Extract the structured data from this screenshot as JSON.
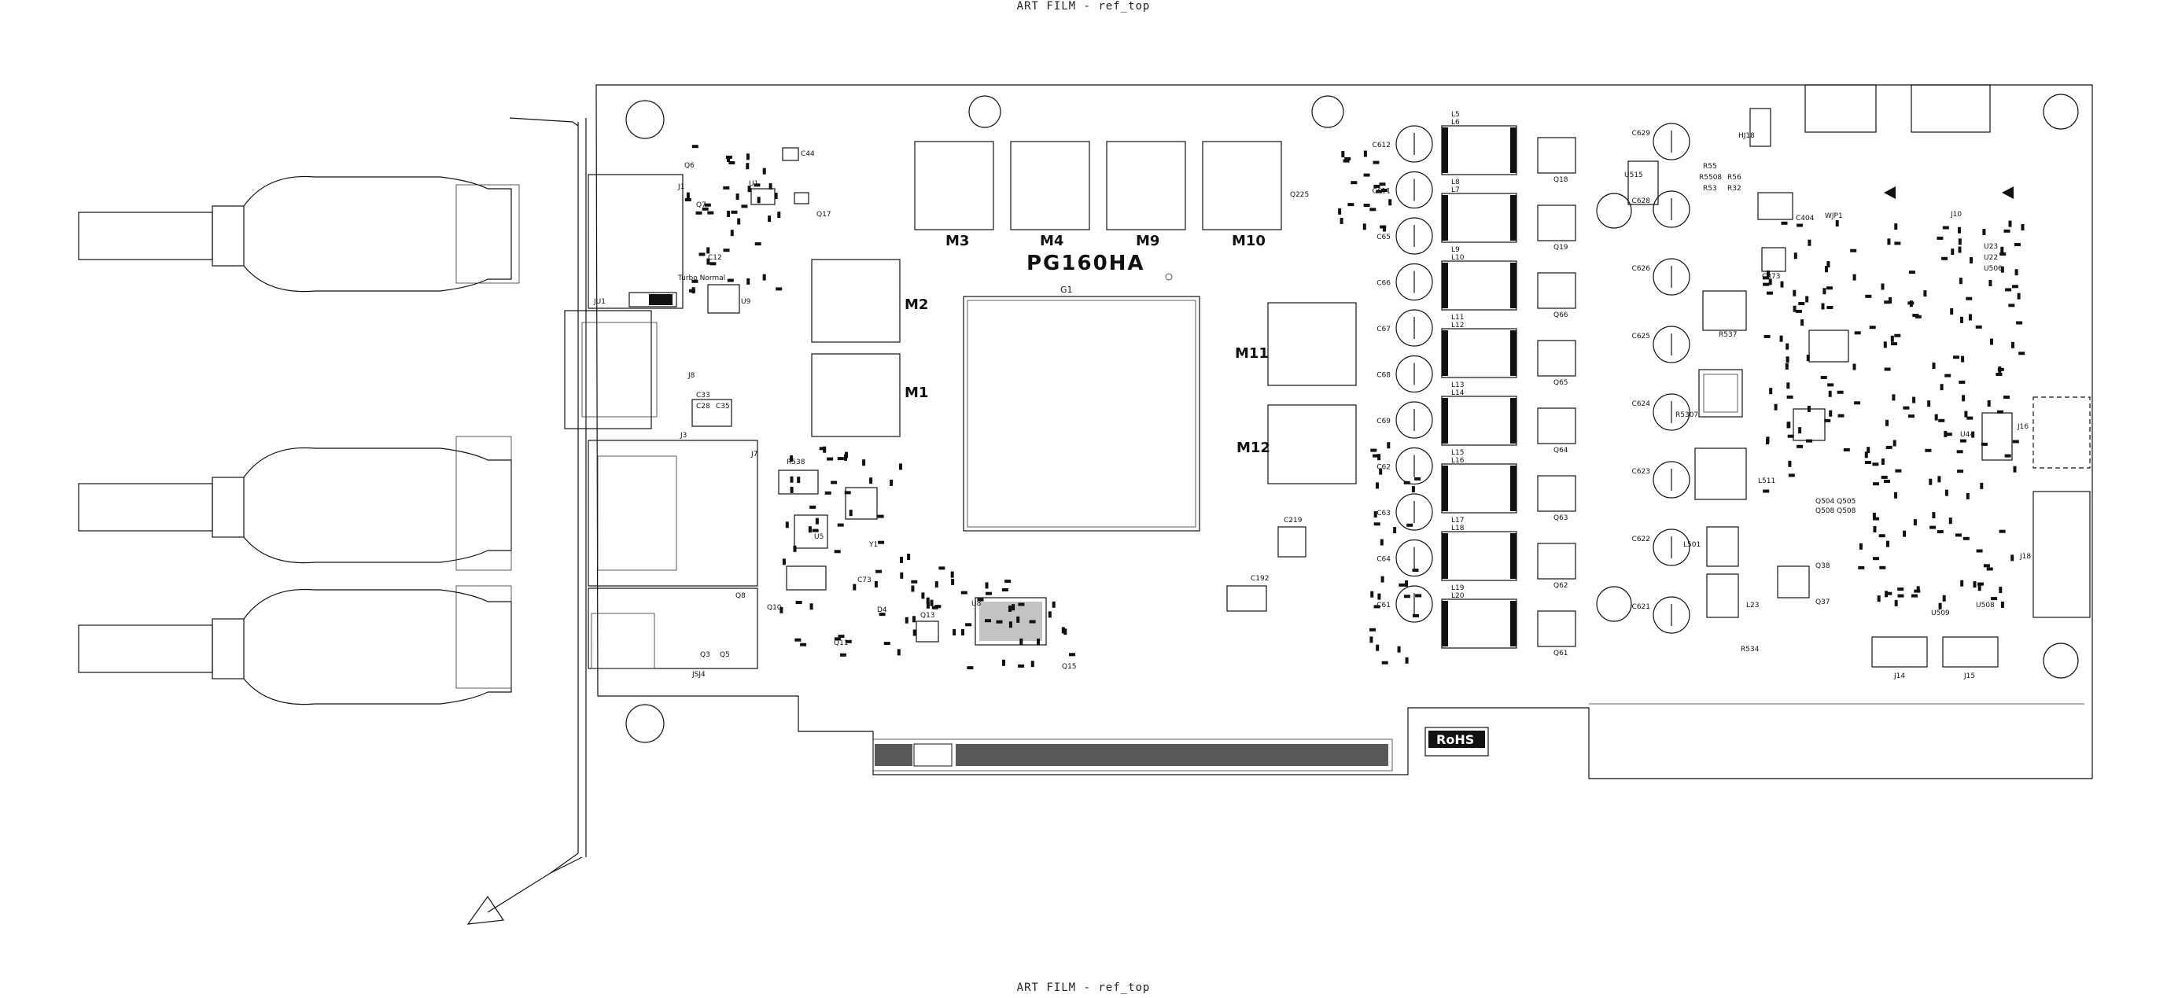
{
  "header": {
    "top": "ART FILM - ref_top",
    "bottom": "ART FILM - ref_top"
  },
  "board": {
    "name": "PG160HA",
    "gpu_label": "G1",
    "rohs": "RoHS"
  },
  "memory": [
    {
      "id": "m3",
      "label": "M3"
    },
    {
      "id": "m4",
      "label": "M4"
    },
    {
      "id": "m9",
      "label": "M9"
    },
    {
      "id": "m10",
      "label": "M10"
    },
    {
      "id": "m2",
      "label": "M2"
    },
    {
      "id": "m1",
      "label": "M1"
    },
    {
      "id": "m11",
      "label": "M11"
    },
    {
      "id": "m12",
      "label": "M12"
    }
  ],
  "capacitors": [
    "C612",
    "C611",
    "C65",
    "C66",
    "C67",
    "C68",
    "C69",
    "C62",
    "C63",
    "C64",
    "C61"
  ],
  "capacitors_right": [
    "C629",
    "C628",
    "C626",
    "C625",
    "C624",
    "C623",
    "C622",
    "C621"
  ],
  "inductors": [
    {
      "top": "L5",
      "sub": "L6"
    },
    {
      "top": "L8",
      "sub": "L7"
    },
    {
      "top": "L9",
      "sub": "L10"
    },
    {
      "top": "L11",
      "sub": "L12"
    },
    {
      "top": "L13",
      "sub": "L14"
    },
    {
      "top": "L15",
      "sub": "L16"
    },
    {
      "top": "L17",
      "sub": "L18"
    },
    {
      "top": "L19",
      "sub": "L20"
    }
  ],
  "mosfets": [
    "Q18",
    "Q19",
    "Q66",
    "Q65",
    "Q64",
    "Q63",
    "Q62",
    "Q61"
  ],
  "connectors": {
    "j1": "J1",
    "j3": "J3",
    "j7": "J7",
    "j8": "J8",
    "jsj4": "JSJ4",
    "j10": "J10",
    "j14": "J14",
    "j15": "J15",
    "j16": "J16",
    "j18": "J18",
    "hj18": "HJ18"
  },
  "misc": {
    "u1": "U1",
    "u5": "U5",
    "u8": "U8",
    "u9": "U9",
    "ju1": "JU1",
    "turbo_normal": "Turbo Normal",
    "c219": "C219",
    "c192": "C192",
    "q225": "Q225",
    "r538": "R538",
    "c373": "C373",
    "u515": "U515",
    "r537": "R537",
    "r5307": "R5307",
    "l511": "L511",
    "l501": "L501",
    "l23": "L23",
    "r534": "R534",
    "q38": "Q38",
    "q37": "Q37",
    "u509": "U509",
    "u508": "U508",
    "u23": "U23",
    "u22": "U22",
    "u506": "U506",
    "u44": "U44",
    "q504_q505": "Q504 Q505",
    "q508_q508": "Q508 Q508",
    "r55": "R55",
    "r5508": "R5508",
    "r56": "R56",
    "r53": "R53",
    "r32": "R32",
    "c404": "C404",
    "wjp1": "WJP1",
    "c44": "C44",
    "q17": "Q17",
    "q13": "Q13",
    "q15": "Q15",
    "q11": "Q11",
    "q10": "Q10",
    "q8": "Q8",
    "q3": "Q3",
    "q5": "Q5",
    "y1": "Y1",
    "d4": "D4",
    "c73": "C73",
    "c12": "C12",
    "c28": "C28",
    "c33": "C33",
    "c35": "C35",
    "q6": "Q6",
    "q7": "Q7",
    "g1": "G1"
  }
}
